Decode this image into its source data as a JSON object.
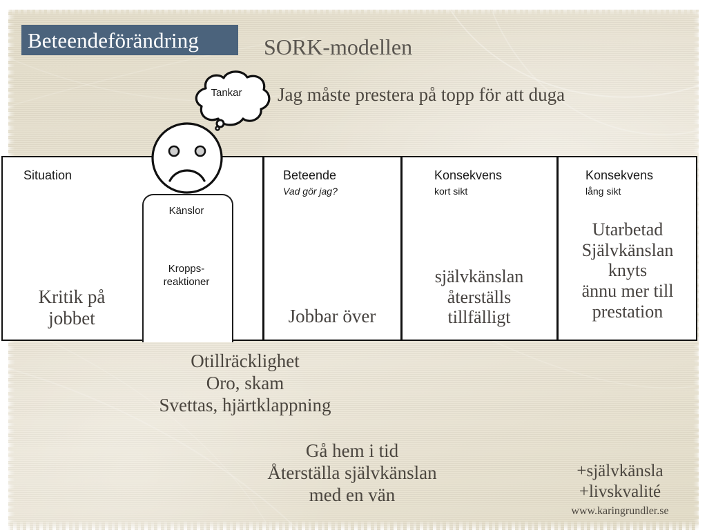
{
  "slide": {
    "title_banner": "Beteendeförändring",
    "subtitle": "SORK-modellen",
    "thought_statement": "Jag måste prestera på topp för att duga",
    "thought_bubble_label": "Tankar",
    "person_labels": {
      "feelings": "Känslor",
      "body_reactions_line1": "Kropps-",
      "body_reactions_line2": "reaktioner"
    }
  },
  "table": {
    "columns": [
      {
        "id": "situation",
        "header": "Situation",
        "subheader": "",
        "subheader_italic": false,
        "body_line1": "Kritik på",
        "body_line2": "jobbet",
        "body_line3": "",
        "body_line4": "",
        "body_line5": ""
      },
      {
        "id": "beteende",
        "header": "Beteende",
        "subheader": "Vad gör jag?",
        "subheader_italic": true,
        "body_line1": "Jobbar över",
        "body_line2": "",
        "body_line3": "",
        "body_line4": "",
        "body_line5": ""
      },
      {
        "id": "konsekvens-kort-sikt",
        "header": "Konsekvens",
        "subheader": "kort sikt",
        "subheader_italic": false,
        "body_line1": "självkänslan",
        "body_line2": "återställs",
        "body_line3": "tillfälligt",
        "body_line4": "",
        "body_line5": ""
      },
      {
        "id": "konsekvens-lang-sikt",
        "header": "Konsekvens",
        "subheader": "lång sikt",
        "subheader_italic": false,
        "body_line1": "Utarbetad",
        "body_line2": "Självkänslan",
        "body_line3": "knyts",
        "body_line4": "ännu mer till",
        "body_line5": "prestation"
      }
    ]
  },
  "bottom": {
    "feelings": {
      "line1": "Otillräcklighet",
      "line2": "Oro, skam",
      "line3": "Svettas, hjärtklappning"
    },
    "alternative_action": {
      "line1": "Gå hem i tid",
      "line2": "Återställa självkänslan",
      "line3": "med en vän"
    },
    "gains": {
      "line1": "+självkänsla",
      "line2": "+livskvalité"
    },
    "site_url": "www.karingrundler.se"
  },
  "colors": {
    "banner_background": "#4b637c",
    "banner_text": "#ffffff",
    "paper_background": "#e8e2d2",
    "serif_text": "#4b463f",
    "table_text": "#474340",
    "outline": "#111111"
  }
}
